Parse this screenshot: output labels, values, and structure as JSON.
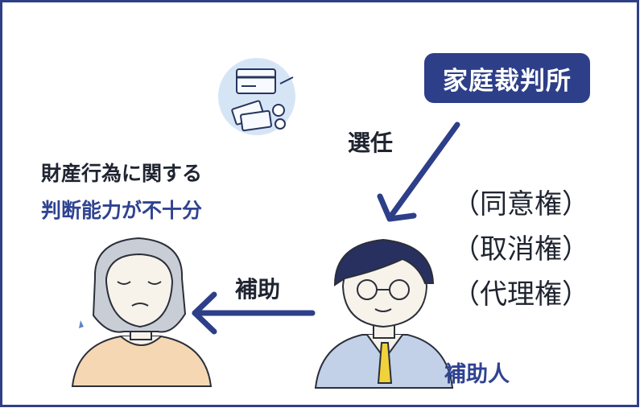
{
  "court": {
    "label": "家庭裁判所"
  },
  "labels": {
    "select": "選任",
    "assist": "補助",
    "helper": "補助人"
  },
  "subject": {
    "line1": "財産行為に関する",
    "line2": "判断能力が不十分"
  },
  "rights": [
    "（同意権）",
    "（取消権）",
    "（代理権）"
  ],
  "colors": {
    "navy": "#2d3f88",
    "money_circle": "#d6e5f6",
    "text": "#1f2430"
  },
  "icons": [
    "money-icon",
    "arrow-icon",
    "elderly-woman-icon",
    "assistant-man-icon"
  ]
}
